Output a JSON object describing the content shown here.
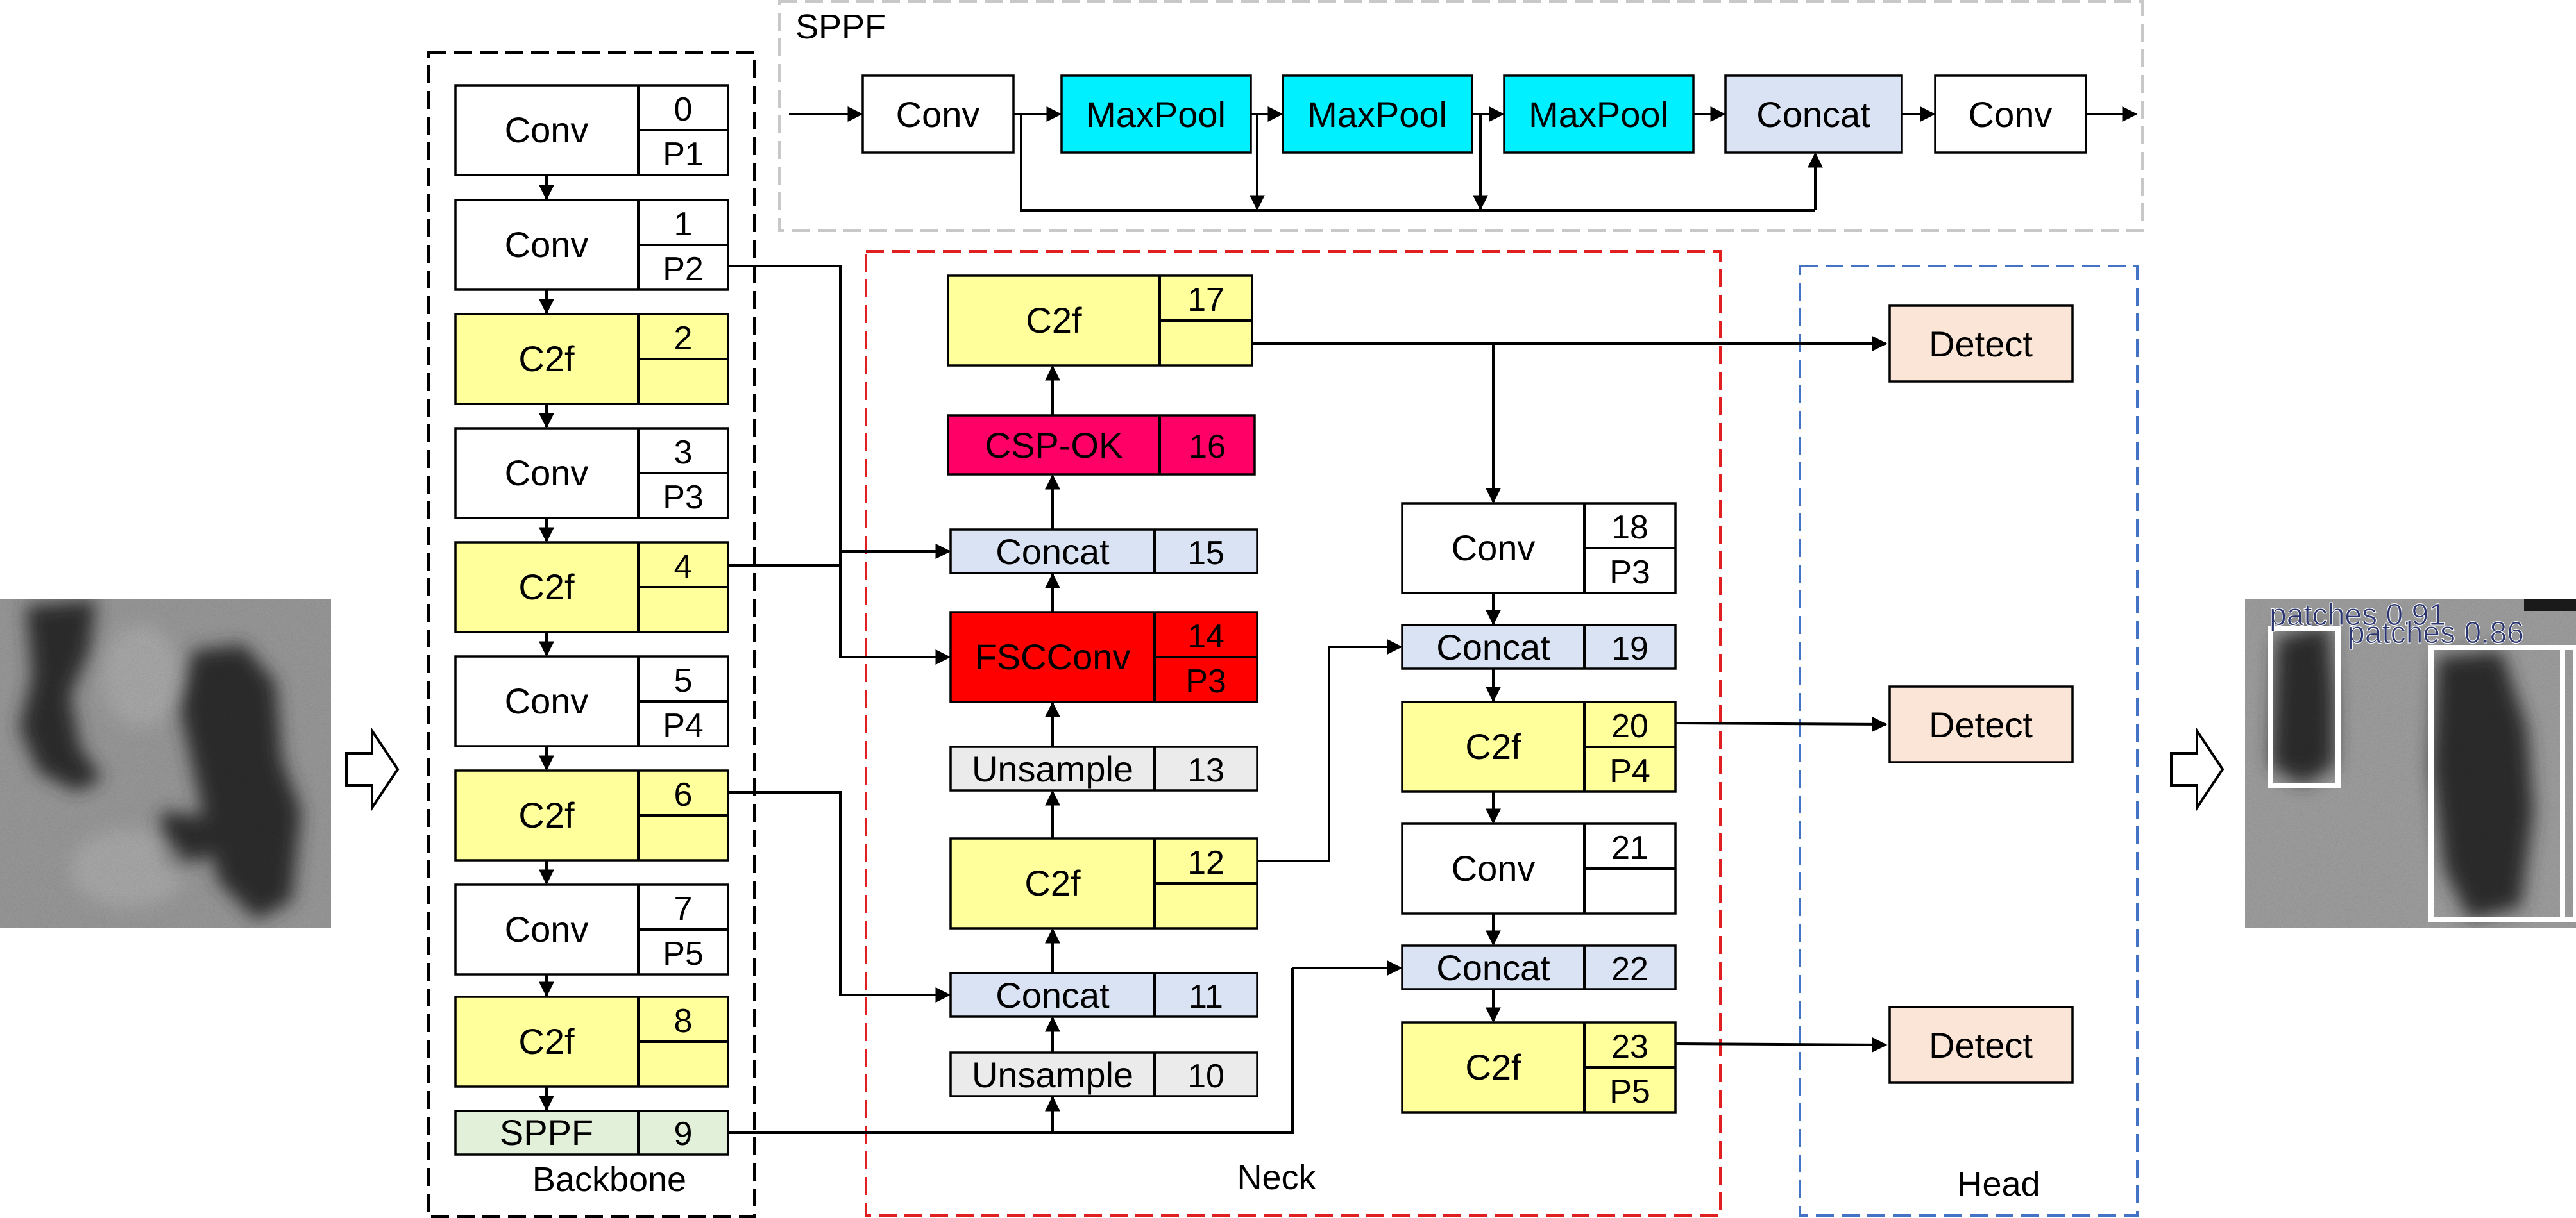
{
  "colors": {
    "white": "#ffffff",
    "yellow": "#ffff9b",
    "cyan": "#00f0ff",
    "lightblue": "#dae3f3",
    "lightgray": "#ebebeb",
    "lightgreen": "#e2f0d9",
    "crimson": "#ff0066",
    "red": "#ff0000",
    "peach": "#fbe5d6",
    "sppf_border": "#c8c8c8",
    "neck_border": "#e02020",
    "head_border": "#4472c4"
  },
  "groups": {
    "sppf": "SPPF",
    "backbone": "Backbone",
    "neck": "Neck",
    "head": "Head"
  },
  "sppf_blocks": {
    "s0": "Conv",
    "s1": "MaxPool",
    "s2": "MaxPool",
    "s3": "MaxPool",
    "s4": "Concat",
    "s5": "Conv"
  },
  "backbone": {
    "b0": {
      "label": "Conv",
      "index": "0",
      "level": "P1"
    },
    "b1": {
      "label": "Conv",
      "index": "1",
      "level": "P2"
    },
    "b2": {
      "label": "C2f",
      "index": "2",
      "level": ""
    },
    "b3": {
      "label": "Conv",
      "index": "3",
      "level": "P3"
    },
    "b4": {
      "label": "C2f",
      "index": "4",
      "level": ""
    },
    "b5": {
      "label": "Conv",
      "index": "5",
      "level": "P4"
    },
    "b6": {
      "label": "C2f",
      "index": "6",
      "level": ""
    },
    "b7": {
      "label": "Conv",
      "index": "7",
      "level": "P5"
    },
    "b8": {
      "label": "C2f",
      "index": "8",
      "level": ""
    },
    "b9": {
      "label": "SPPF",
      "index": "9"
    }
  },
  "neck": {
    "n10": {
      "label": "Unsample",
      "index": "10"
    },
    "n11": {
      "label": "Concat",
      "index": "11"
    },
    "n12": {
      "label": "C2f",
      "index": "12",
      "level": ""
    },
    "n13": {
      "label": "Unsample",
      "index": "13"
    },
    "n14": {
      "label": "FSCConv",
      "index": "14",
      "level": "P3"
    },
    "n15": {
      "label": "Concat",
      "index": "15"
    },
    "n16": {
      "label": "CSP-OK",
      "index": "16"
    },
    "n17": {
      "label": "C2f",
      "index": "17",
      "level": ""
    },
    "n18": {
      "label": "Conv",
      "index": "18",
      "level": "P3"
    },
    "n19": {
      "label": "Concat",
      "index": "19"
    },
    "n20": {
      "label": "C2f",
      "index": "20",
      "level": "P4"
    },
    "n21": {
      "label": "Conv",
      "index": "21",
      "level": ""
    },
    "n22": {
      "label": "Concat",
      "index": "22"
    },
    "n23": {
      "label": "C2f",
      "index": "23",
      "level": "P5"
    }
  },
  "head": {
    "d1": "Detect",
    "d2": "Detect",
    "d3": "Detect"
  },
  "detections": [
    {
      "label": "patches",
      "score": "0.91"
    },
    {
      "label": "patches",
      "score": "0.86"
    }
  ]
}
